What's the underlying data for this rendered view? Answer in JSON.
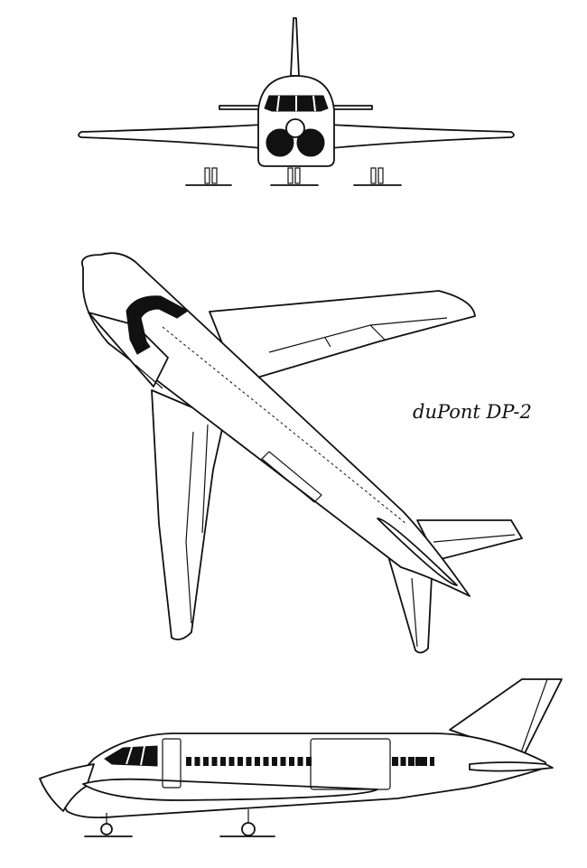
{
  "caption": "duPont DP-2",
  "colors": {
    "ink": "#111111",
    "paper": "#ffffff"
  },
  "views": [
    "front-view",
    "plan-view",
    "side-view"
  ]
}
